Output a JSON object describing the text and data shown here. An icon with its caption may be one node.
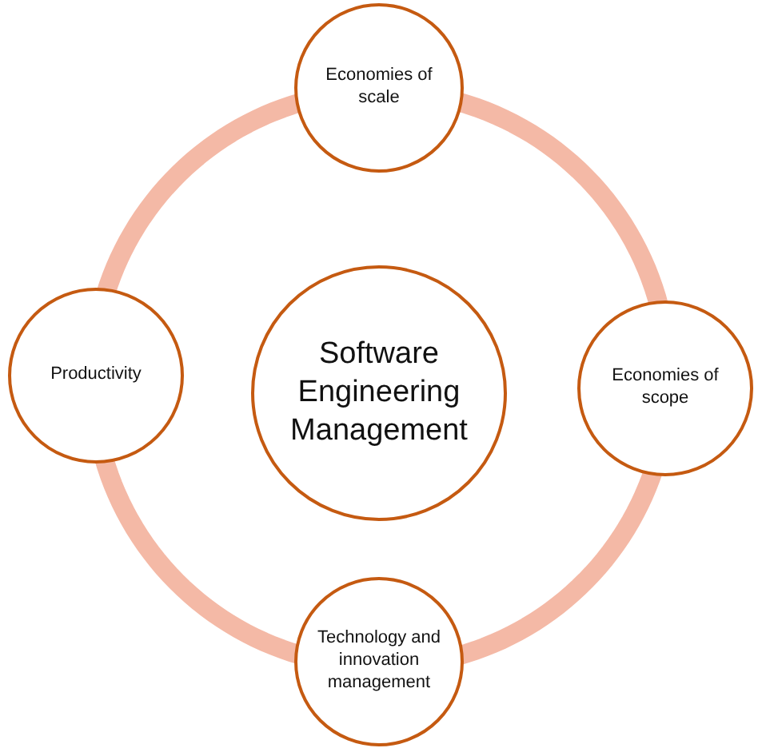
{
  "diagram": {
    "nodes": [
      {
        "text": [
          "Economies of scale"
        ]
      },
      {
        "text": [
          "Productivity"
        ]
      },
      {
        "text": [
          "Software Engineering Management"
        ]
      },
      {
        "text": [
          "Economies of scope"
        ]
      },
      {
        "text": [
          "Technology and innovation management"
        ]
      }
    ],
    "edges": [
      {
        "from": 0,
        "to": 3,
        "arrow": "none"
      },
      {
        "from": 3,
        "to": 4,
        "arrow": "none"
      },
      {
        "from": 4,
        "to": 1,
        "arrow": "none"
      },
      {
        "from": 1,
        "to": 0,
        "arrow": "none"
      }
    ]
  }
}
